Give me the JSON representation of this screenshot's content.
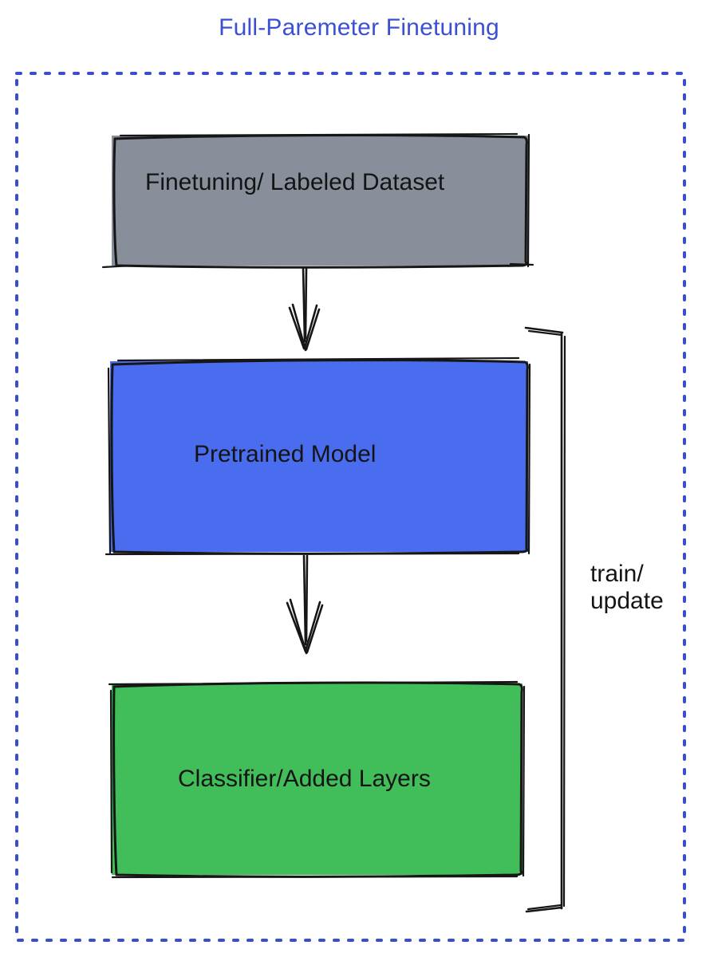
{
  "title": "Full-Paremeter Finetuning",
  "diagram": {
    "boxes": {
      "dataset": {
        "label": "Finetuning/ Labeled Dataset",
        "fill": "#888f9a"
      },
      "pretrained": {
        "label": "Pretrained Model",
        "fill": "#4a6df0"
      },
      "classifier": {
        "label": "Classifier/Added Layers",
        "fill": "#41bd59"
      }
    },
    "bracket": {
      "line1": "train/",
      "line2": "update"
    },
    "colors": {
      "title_blue": "#3c50d2",
      "dotted_border_blue": "#3a4ecd",
      "sketch_stroke": "#161616",
      "label_text": "#141414"
    }
  }
}
